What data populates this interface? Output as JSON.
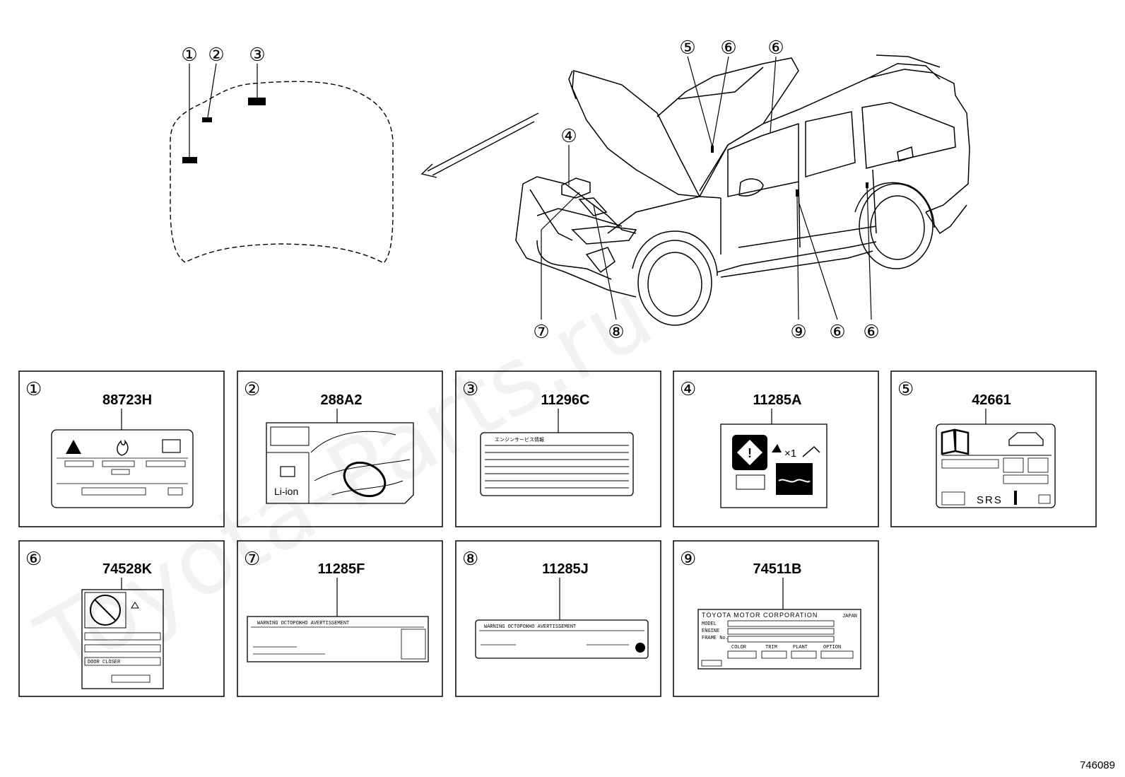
{
  "watermark": "Toyota-Parts.ru",
  "reference_code": "746089",
  "callouts": {
    "hood": [
      "①",
      "②",
      "③"
    ],
    "car_top": [
      "⑤",
      "⑥",
      "⑥"
    ],
    "car_left": "④",
    "car_bottom": [
      "⑦",
      "⑧",
      "⑨",
      "⑥",
      "⑥"
    ]
  },
  "panels": [
    {
      "num": "①",
      "part": "88723H"
    },
    {
      "num": "②",
      "part": "288A2"
    },
    {
      "num": "③",
      "part": "11296C"
    },
    {
      "num": "④",
      "part": "11285A"
    },
    {
      "num": "⑤",
      "part": "42661"
    },
    {
      "num": "⑥",
      "part": "74528K"
    },
    {
      "num": "⑦",
      "part": "11285F"
    },
    {
      "num": "⑧",
      "part": "11285J"
    },
    {
      "num": "⑨",
      "part": "74511B"
    }
  ],
  "label_texts": {
    "li_ion": "Li-ion",
    "srs": "SRS",
    "door_closer": "DOOR CLOSER",
    "warning_line": "WARNING  OCTOPOЖHO  AVERTISSEMENT",
    "jp_service": "エンジンサービス情報",
    "mfr": "TOYOTA  MOTOR  CORPORATION",
    "japan": "JAPAN",
    "model": "MODEL",
    "engine": "ENGINE",
    "frame": "FRAME No.",
    "color": "COLOR",
    "trim": "TRIM",
    "plant": "PLANT",
    "option": "OPTION",
    "x1": "×1"
  }
}
